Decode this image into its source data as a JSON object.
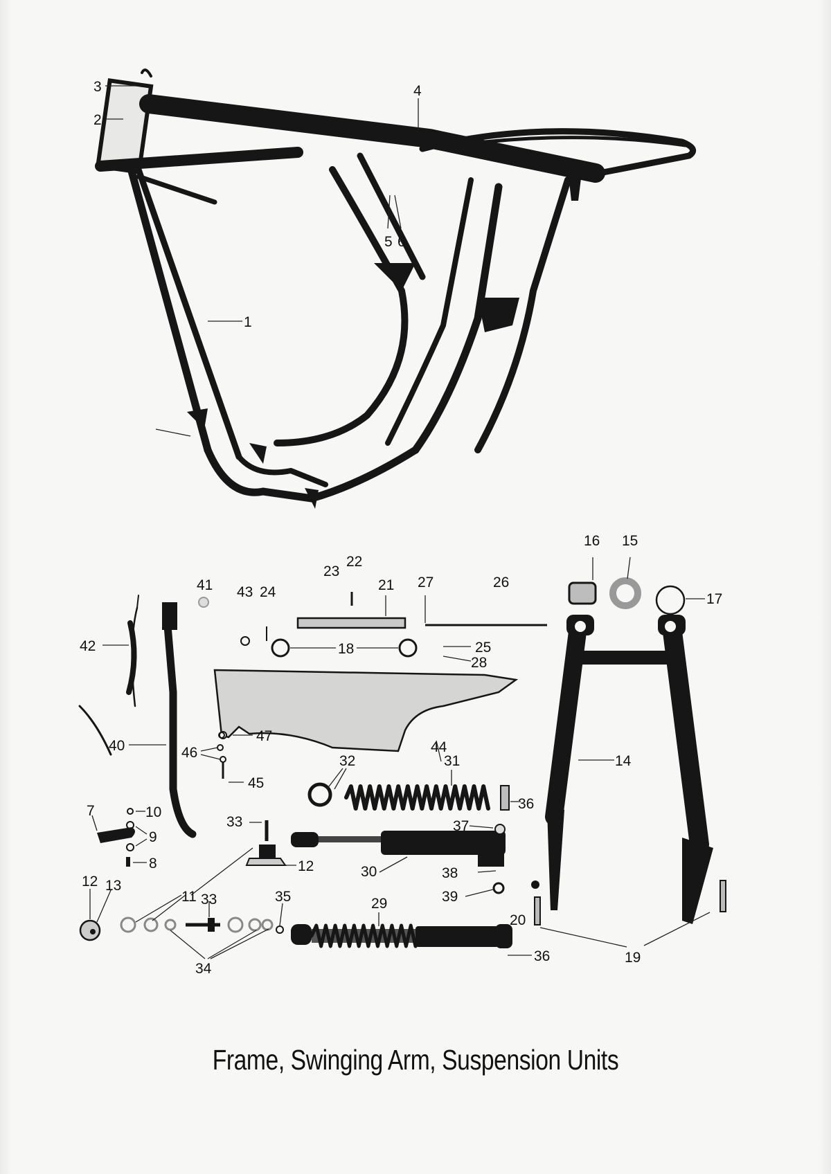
{
  "caption": "Frame, Swinging Arm, Suspension Units",
  "colors": {
    "ink": "#161616",
    "paper": "#f7f7f5",
    "chrome": "#cfcfcf"
  },
  "callouts": {
    "c1": "1",
    "c2": "2",
    "c3": "3",
    "c4": "4",
    "c5": "5",
    "c6": "6",
    "c7": "7",
    "c8": "8",
    "c9": "9",
    "c10": "10",
    "c11": "11",
    "c12a": "12",
    "c12b": "12",
    "c13": "13",
    "c14": "14",
    "c15": "15",
    "c16": "16",
    "c17": "17",
    "c18": "18",
    "c19": "19",
    "c20": "20",
    "c21": "21",
    "c22": "22",
    "c23": "23",
    "c24": "24",
    "c25": "25",
    "c26": "26",
    "c27": "27",
    "c28": "28",
    "c29": "29",
    "c30": "30",
    "c31": "31",
    "c32": "32",
    "c33a": "33",
    "c33b": "33",
    "c34": "34",
    "c35": "35",
    "c36a": "36",
    "c36b": "36",
    "c37": "37",
    "c38": "38",
    "c39": "39",
    "c40": "40",
    "c41": "41",
    "c42": "42",
    "c43": "43",
    "c44": "44",
    "c45": "45",
    "c46": "46",
    "c47": "47"
  }
}
